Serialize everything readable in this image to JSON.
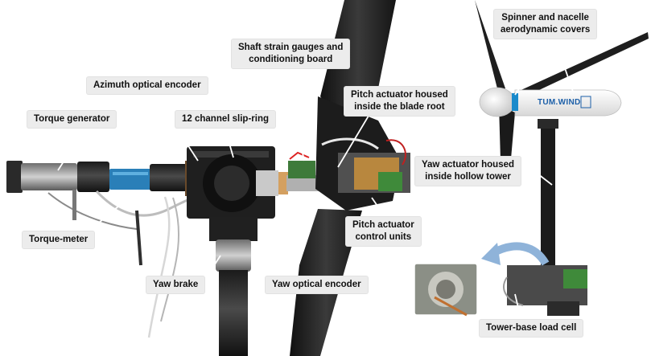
{
  "labels": {
    "torque_generator": "Torque generator",
    "azimuth_encoder": "Azimuth optical encoder",
    "slip_ring": "12 channel slip-ring",
    "strain_gauges_line1": "Shaft strain gauges and",
    "strain_gauges_line2": "conditioning board",
    "pitch_housed_line1": "Pitch actuator housed",
    "pitch_housed_line2": "inside the blade root",
    "spinner_line1": "Spinner and nacelle",
    "spinner_line2": "aerodynamic covers",
    "yaw_housed_line1": "Yaw actuator housed",
    "yaw_housed_line2": "inside hollow tower",
    "torque_meter": "Torque-meter",
    "pitch_control_line1": "Pitch actuator",
    "pitch_control_line2": "control units",
    "yaw_brake": "Yaw brake",
    "yaw_encoder": "Yaw optical encoder",
    "load_cell": "Tower-base load cell"
  },
  "logo_text": "TUM.WIND"
}
